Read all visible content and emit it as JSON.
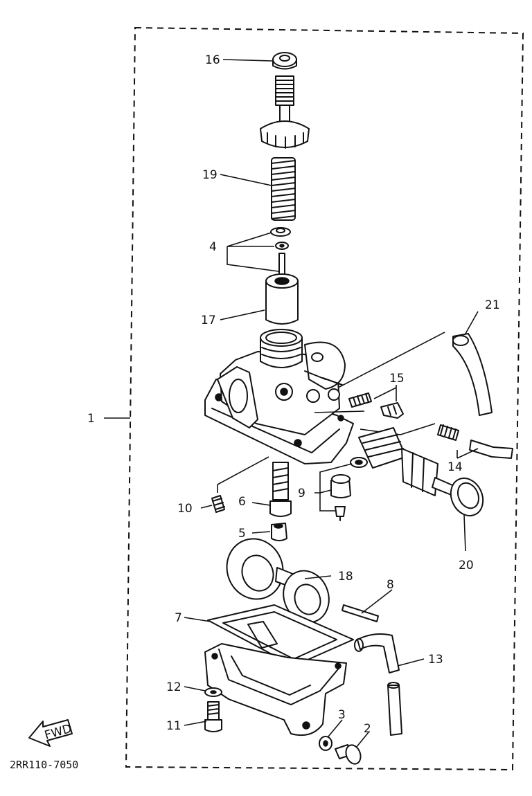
{
  "diagram": {
    "drawing_code": "2RR110-7050",
    "fwd_label": "FWD",
    "callouts": [
      {
        "id": "1",
        "label": "1"
      },
      {
        "id": "2",
        "label": "2"
      },
      {
        "id": "3",
        "label": "3"
      },
      {
        "id": "4",
        "label": "4"
      },
      {
        "id": "5",
        "label": "5"
      },
      {
        "id": "6",
        "label": "6"
      },
      {
        "id": "7",
        "label": "7"
      },
      {
        "id": "8",
        "label": "8"
      },
      {
        "id": "9",
        "label": "9"
      },
      {
        "id": "10",
        "label": "10"
      },
      {
        "id": "11",
        "label": "11"
      },
      {
        "id": "12",
        "label": "12"
      },
      {
        "id": "13",
        "label": "13"
      },
      {
        "id": "14",
        "label": "14"
      },
      {
        "id": "15",
        "label": "15"
      },
      {
        "id": "16",
        "label": "16"
      },
      {
        "id": "17",
        "label": "17"
      },
      {
        "id": "18",
        "label": "18"
      },
      {
        "id": "19",
        "label": "19"
      },
      {
        "id": "20",
        "label": "20"
      },
      {
        "id": "21",
        "label": "21"
      }
    ]
  }
}
